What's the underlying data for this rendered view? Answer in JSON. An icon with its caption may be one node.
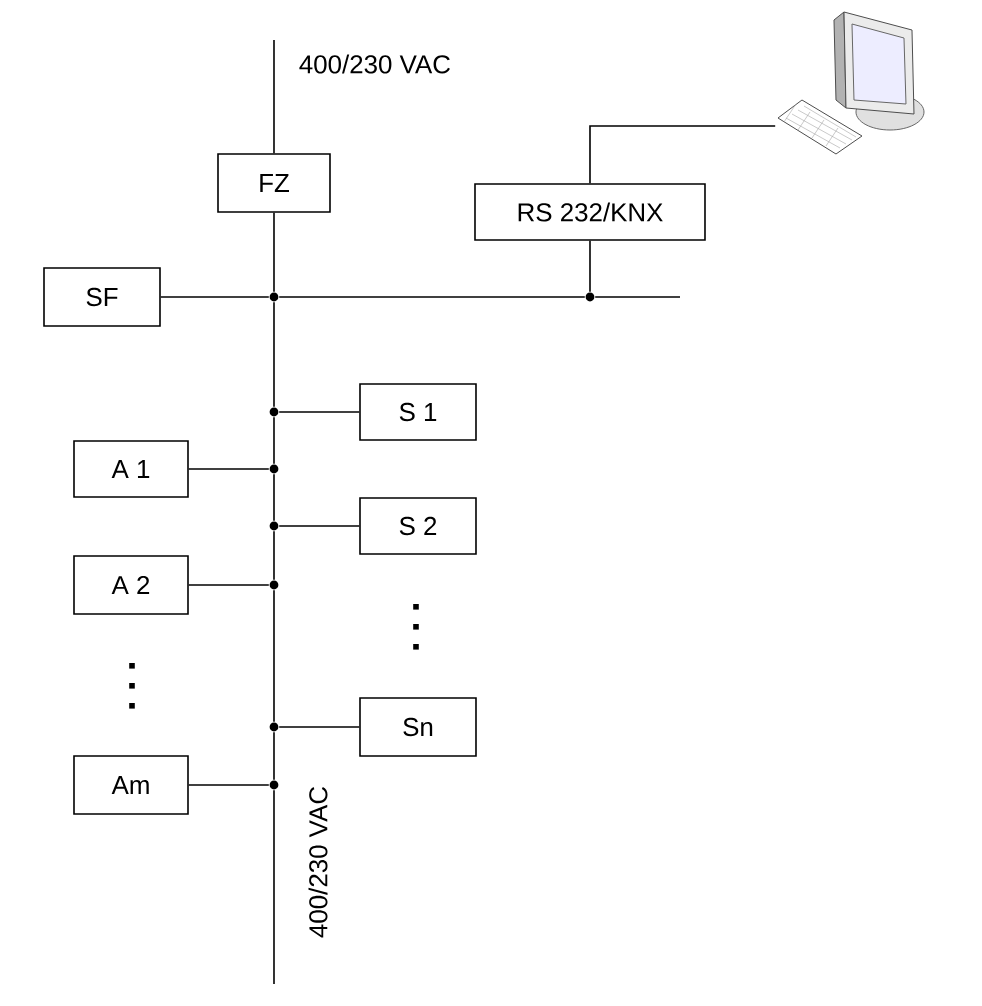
{
  "diagram": {
    "nodes": [
      {
        "text": [
          "FZ"
        ]
      },
      {
        "text": [],
        "shape": "picture"
      },
      {
        "text": [
          "RS 232/KNX"
        ]
      },
      {
        "text": [
          "SF"
        ]
      },
      {
        "text": [],
        "shape": "circle"
      },
      {
        "text": [],
        "shape": "circle"
      },
      {
        "text": [
          "S 1"
        ]
      },
      {
        "text": [],
        "shape": "circle"
      },
      {
        "text": [
          "A 1"
        ]
      },
      {
        "text": [],
        "shape": "circle"
      },
      {
        "text": [
          "S 2"
        ]
      },
      {
        "text": [],
        "shape": "circle"
      },
      {
        "text": [
          "A 2"
        ]
      },
      {
        "text": [],
        "shape": "circle"
      },
      {
        "text": [
          "Sn"
        ]
      },
      {
        "text": [],
        "shape": "circle"
      },
      {
        "text": [
          "Am"
        ]
      },
      {
        "text": [],
        "shape": "circle"
      }
    ],
    "edges": [
      {
        "from": null,
        "to": 0,
        "arrow": "none"
      },
      {
        "from": 0,
        "to": 4,
        "arrow": "none"
      },
      {
        "from": 3,
        "to": 4,
        "arrow": "none"
      },
      {
        "from": 4,
        "to": 5,
        "arrow": "none"
      },
      {
        "from": 5,
        "to": null,
        "arrow": "none"
      },
      {
        "from": 2,
        "to": 5,
        "arrow": "none"
      },
      {
        "from": 2,
        "to": 1,
        "arrow": "none"
      },
      {
        "from": 4,
        "to": 7,
        "arrow": "none"
      },
      {
        "from": 6,
        "to": 7,
        "arrow": "none"
      },
      {
        "from": 7,
        "to": 9,
        "arrow": "none"
      },
      {
        "from": 8,
        "to": 9,
        "arrow": "none"
      },
      {
        "from": 9,
        "to": 11,
        "arrow": "none"
      },
      {
        "from": 10,
        "to": 11,
        "arrow": "none"
      },
      {
        "from": 11,
        "to": 13,
        "arrow": "none"
      },
      {
        "from": 12,
        "to": 13,
        "arrow": "none"
      },
      {
        "from": 13,
        "to": 15,
        "arrow": "none"
      },
      {
        "from": 14,
        "to": 15,
        "arrow": "none"
      },
      {
        "from": 15,
        "to": 17,
        "arrow": "none"
      },
      {
        "from": 16,
        "to": 17,
        "arrow": "none"
      },
      {
        "from": 17,
        "to": null,
        "arrow": "none"
      }
    ],
    "labels": [
      "400/230 VAC",
      "400/230 VAC"
    ]
  }
}
